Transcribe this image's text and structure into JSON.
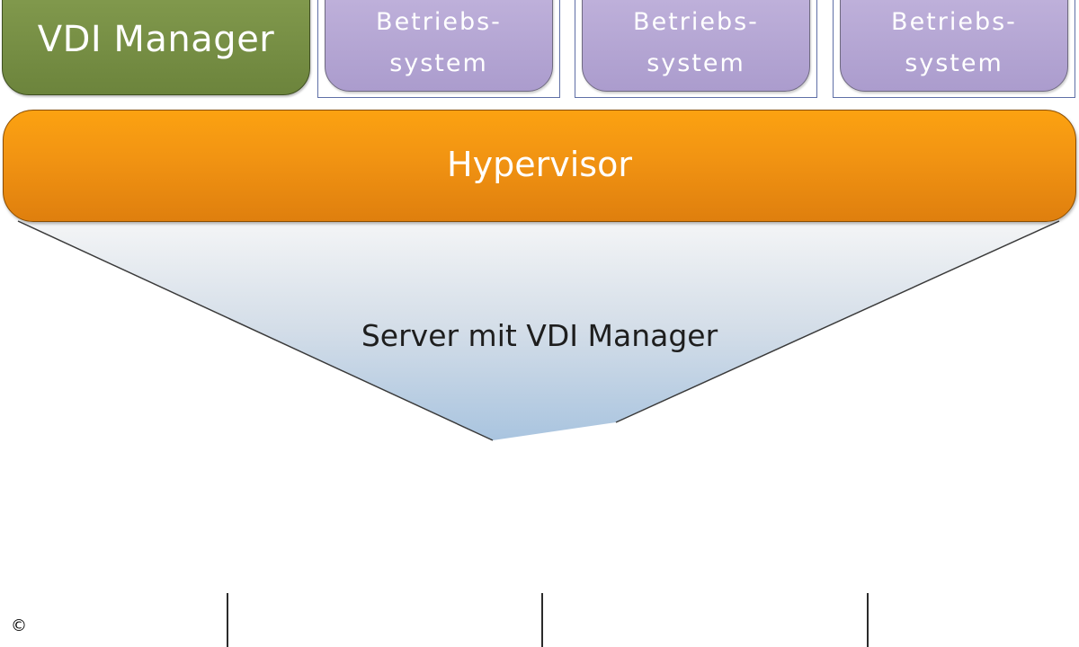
{
  "vdi_manager": {
    "label": "VDI Manager",
    "color": "#76904a"
  },
  "operating_systems": [
    {
      "label_line1": "Betriebs-",
      "label_line2": "system"
    },
    {
      "label_line1": "Betriebs-",
      "label_line2": "system"
    },
    {
      "label_line1": "Betriebs-",
      "label_line2": "system"
    }
  ],
  "os_color": "#b6a8d5",
  "hypervisor": {
    "label": "Hypervisor",
    "color": "#f19312"
  },
  "server_caption": "Server mit VDI Manager",
  "servers": [
    {
      "icon": "server-tower-icon"
    },
    {
      "icon": "server-tower-icon"
    },
    {
      "icon": "server-tower-icon"
    }
  ],
  "server_color": "#9bb55a",
  "copyright_symbol": "©"
}
